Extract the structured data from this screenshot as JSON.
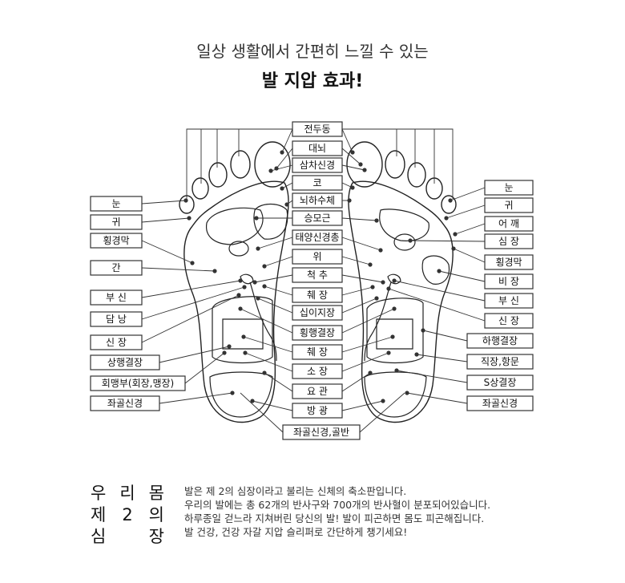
{
  "header": {
    "subtitle": "일상 생활에서 간편히 느낄 수 있는",
    "title": "발 지압 효과!"
  },
  "center_labels": [
    "전두동",
    "대뇌",
    "삼차신경",
    "코",
    "뇌하수체",
    "승모근",
    "태양신경총",
    "위",
    "척 추",
    "췌 장",
    "십이지장",
    "횡행결장",
    "췌 장",
    "소 장",
    "요 관",
    "방 광"
  ],
  "bottom_label": "좌골신경,골반",
  "left_labels": [
    "눈",
    "귀",
    "횡경막",
    "간",
    "부 신",
    "담 낭",
    "신 장",
    "상행결장",
    "회맹부(회장,맹장)",
    "좌골신경"
  ],
  "right_labels": [
    "눈",
    "귀",
    "어 깨",
    "심 장",
    "횡경막",
    "비 장",
    "부 신",
    "신 장",
    "하행결장",
    "직장,항문",
    "S상결장",
    "좌골신경"
  ],
  "heading": [
    [
      "우",
      "리",
      "몸"
    ],
    [
      "제",
      "2",
      "의"
    ],
    [
      "심",
      "",
      "장"
    ]
  ],
  "body_lines": [
    "발은 제 2의 심장이라고 불리는 신체의 축소판입니다.",
    "우리의 발에는 총 62개의 반사구와 700개의 반사혈이 분포되어있습니다.",
    "하루종일 걷느라 지쳐버린 당신의 발! 발이 피곤하면 몸도 피곤해집니다.",
    "발 건강, 건강 자갈 지압 슬리퍼로 간단하게 챙기세요!"
  ],
  "colors": {
    "line": "#333333",
    "text": "#222222",
    "background": "#ffffff"
  }
}
